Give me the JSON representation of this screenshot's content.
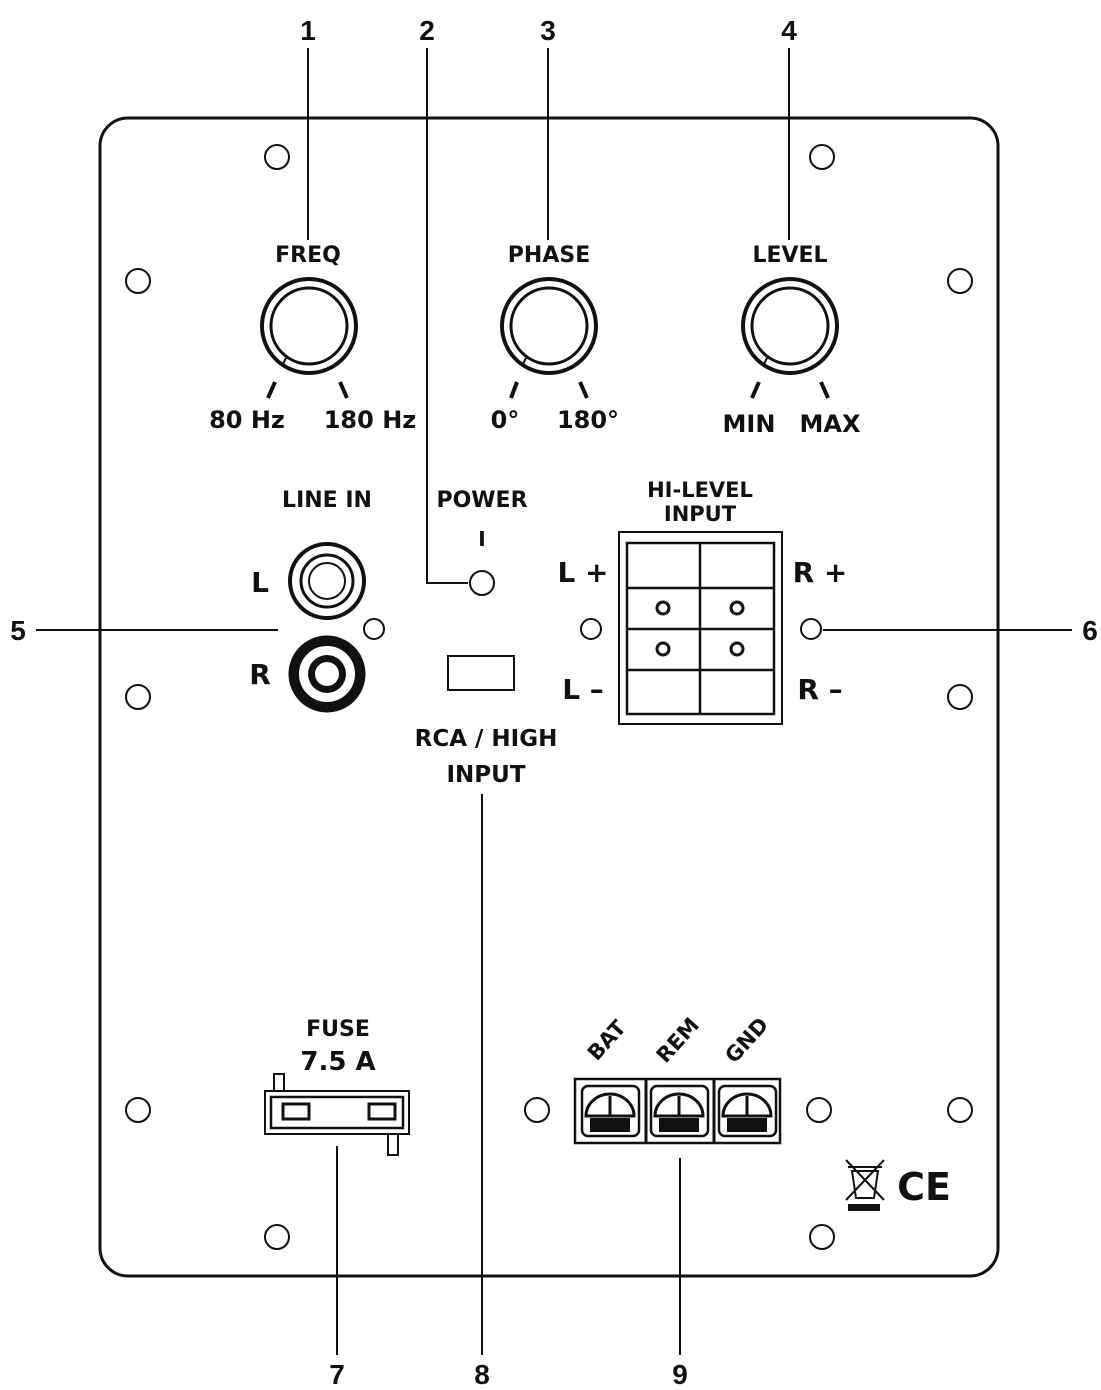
{
  "callouts": [
    "1",
    "2",
    "3",
    "4",
    "5",
    "6",
    "7",
    "8",
    "9"
  ],
  "knobs": {
    "freq": {
      "label": "FREQ",
      "min": "80 Hz",
      "max": "180 Hz"
    },
    "phase": {
      "label": "PHASE",
      "min": "0°",
      "max": "180°"
    },
    "level": {
      "label": "LEVEL",
      "min": "MIN",
      "max": "MAX"
    }
  },
  "line_in": {
    "label": "LINE IN",
    "left": "L",
    "right": "R"
  },
  "power": {
    "label": "POWER",
    "indicator": "I"
  },
  "rca_switch": {
    "line1": "RCA / HIGH",
    "line2": "INPUT"
  },
  "hi_level": {
    "line1": "HI-LEVEL",
    "line2": "INPUT",
    "lplus": "L +",
    "lminus": "L –",
    "rplus": "R +",
    "rminus": "R –"
  },
  "fuse": {
    "label": "FUSE",
    "rating": "7.5 A"
  },
  "terminals": [
    "BAT",
    "REM",
    "GND"
  ],
  "marks": {
    "ce": "CE"
  },
  "icons": [
    "weee-bin-icon",
    "ce-mark-icon"
  ]
}
